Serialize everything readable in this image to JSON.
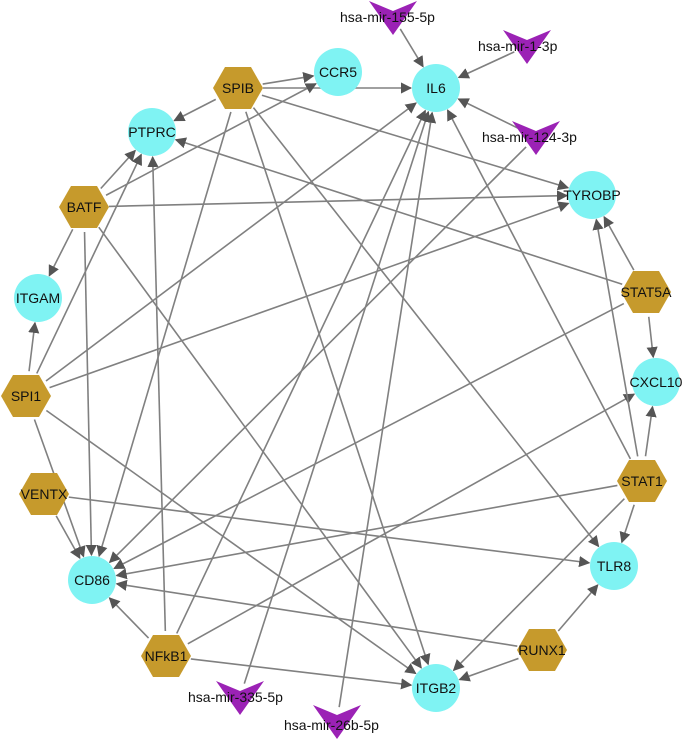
{
  "colors": {
    "gene": "#7ff3f3",
    "tf": "#c69a2c",
    "mirna": "#9b22b5",
    "edge": "#808080"
  },
  "nodes": [
    {
      "id": "IL6",
      "label": "IL6",
      "kind": "gene"
    },
    {
      "id": "CCR5",
      "label": "CCR5",
      "kind": "gene"
    },
    {
      "id": "PTPRC",
      "label": "PTPRC",
      "kind": "gene"
    },
    {
      "id": "TYROBP",
      "label": "TYROBP",
      "kind": "gene"
    },
    {
      "id": "ITGAM",
      "label": "ITGAM",
      "kind": "gene"
    },
    {
      "id": "CXCL10",
      "label": "CXCL10",
      "kind": "gene"
    },
    {
      "id": "CD86",
      "label": "CD86",
      "kind": "gene"
    },
    {
      "id": "TLR8",
      "label": "TLR8",
      "kind": "gene"
    },
    {
      "id": "ITGB2",
      "label": "ITGB2",
      "kind": "gene"
    },
    {
      "id": "SPIB",
      "label": "SPIB",
      "kind": "tf"
    },
    {
      "id": "BATF",
      "label": "BATF",
      "kind": "tf"
    },
    {
      "id": "SPI1",
      "label": "SPI1",
      "kind": "tf"
    },
    {
      "id": "VENTX",
      "label": "VENTX",
      "kind": "tf"
    },
    {
      "id": "NFkB1",
      "label": "NFkB1",
      "kind": "tf"
    },
    {
      "id": "STAT5A",
      "label": "STAT5A",
      "kind": "tf"
    },
    {
      "id": "STAT1",
      "label": "STAT1",
      "kind": "tf"
    },
    {
      "id": "RUNX1",
      "label": "RUNX1",
      "kind": "tf"
    },
    {
      "id": "mir155",
      "label": "hsa-mir-155-5p",
      "kind": "mirna"
    },
    {
      "id": "mir1",
      "label": "hsa-mir-1-3p",
      "kind": "mirna"
    },
    {
      "id": "mir124",
      "label": "hsa-mir-124-3p",
      "kind": "mirna"
    },
    {
      "id": "mir335",
      "label": "hsa-mir-335-5p",
      "kind": "mirna"
    },
    {
      "id": "mir26b",
      "label": "hsa-mir-26b-5p",
      "kind": "mirna"
    }
  ],
  "edges": [
    [
      "mir155",
      "IL6"
    ],
    [
      "mir1",
      "IL6"
    ],
    [
      "mir124",
      "IL6"
    ],
    [
      "mir124",
      "CD86"
    ],
    [
      "mir335",
      "IL6"
    ],
    [
      "mir26b",
      "IL6"
    ],
    [
      "SPIB",
      "CCR5"
    ],
    [
      "SPIB",
      "IL6"
    ],
    [
      "SPIB",
      "PTPRC"
    ],
    [
      "SPIB",
      "TYROBP"
    ],
    [
      "SPIB",
      "CD86"
    ],
    [
      "SPIB",
      "ITGB2"
    ],
    [
      "SPIB",
      "TLR8"
    ],
    [
      "BATF",
      "PTPRC"
    ],
    [
      "BATF",
      "CCR5"
    ],
    [
      "BATF",
      "TYROBP"
    ],
    [
      "BATF",
      "ITGAM"
    ],
    [
      "BATF",
      "CD86"
    ],
    [
      "BATF",
      "ITGB2"
    ],
    [
      "SPI1",
      "ITGAM"
    ],
    [
      "SPI1",
      "PTPRC"
    ],
    [
      "SPI1",
      "IL6"
    ],
    [
      "SPI1",
      "TYROBP"
    ],
    [
      "SPI1",
      "CD86"
    ],
    [
      "SPI1",
      "ITGB2"
    ],
    [
      "VENTX",
      "CD86"
    ],
    [
      "VENTX",
      "TLR8"
    ],
    [
      "NFkB1",
      "PTPRC"
    ],
    [
      "NFkB1",
      "IL6"
    ],
    [
      "NFkB1",
      "CD86"
    ],
    [
      "NFkB1",
      "ITGB2"
    ],
    [
      "NFkB1",
      "CXCL10"
    ],
    [
      "STAT5A",
      "TYROBP"
    ],
    [
      "STAT5A",
      "CXCL10"
    ],
    [
      "STAT5A",
      "PTPRC"
    ],
    [
      "STAT5A",
      "CD86"
    ],
    [
      "STAT1",
      "IL6"
    ],
    [
      "STAT1",
      "TYROBP"
    ],
    [
      "STAT1",
      "CXCL10"
    ],
    [
      "STAT1",
      "TLR8"
    ],
    [
      "STAT1",
      "ITGB2"
    ],
    [
      "STAT1",
      "CD86"
    ],
    [
      "RUNX1",
      "TLR8"
    ],
    [
      "RUNX1",
      "ITGB2"
    ],
    [
      "RUNX1",
      "CD86"
    ]
  ]
}
